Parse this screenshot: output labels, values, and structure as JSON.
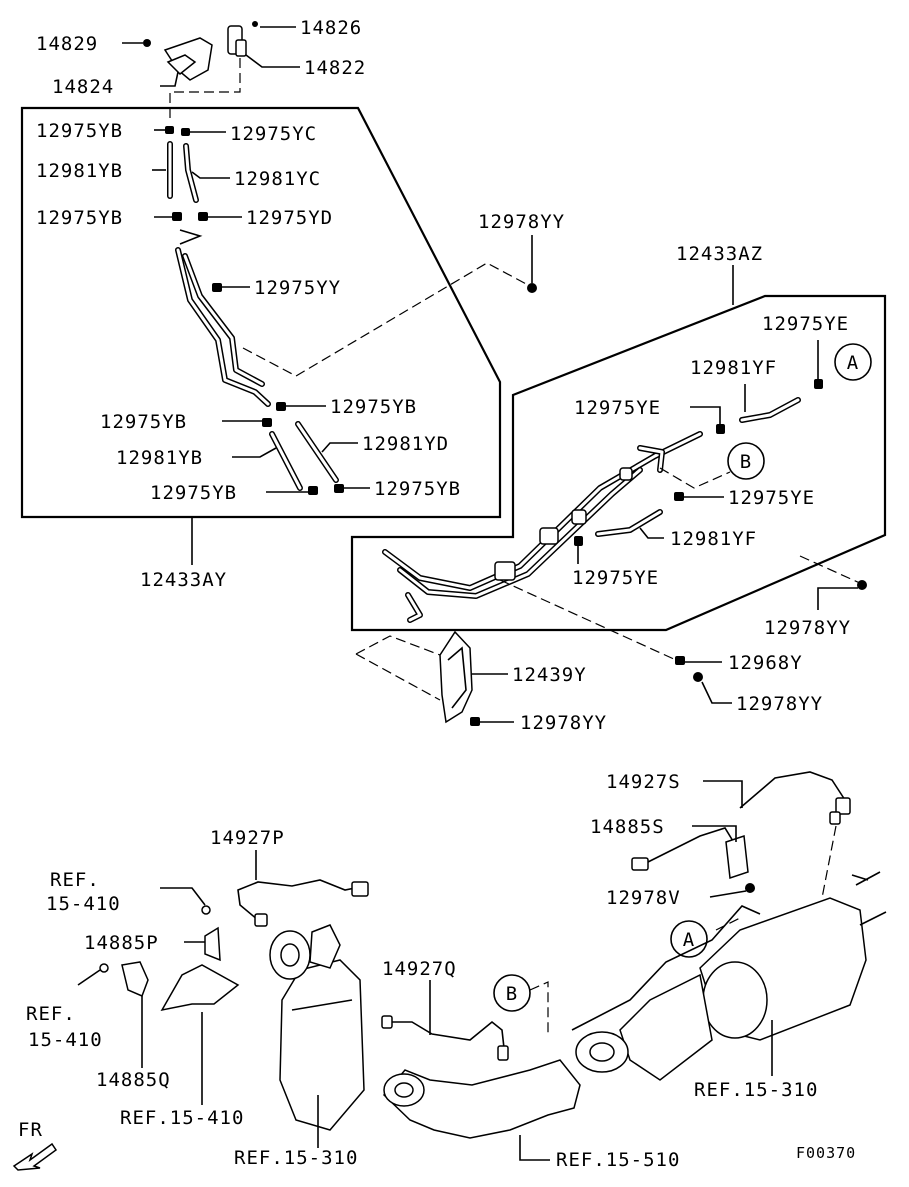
{
  "figure_code": "F00370",
  "direction_label": "FR",
  "part_numbers": {
    "p14826": "14826",
    "p14829": "14829",
    "p14822": "14822",
    "p14824": "14824",
    "p12975YB_a": "12975YB",
    "p12975YC": "12975YC",
    "p12981YB_a": "12981YB",
    "p12981YC": "12981YC",
    "p12975YB_b": "12975YB",
    "p12975YD": "12975YD",
    "p12975YY": "12975YY",
    "p12978YY_a": "12978YY",
    "p12433AZ": "12433AZ",
    "p12975YE_a": "12975YE",
    "p12981YF_a": "12981YF",
    "p12975YE_b": "12975YE",
    "p12975YB_c": "12975YB",
    "p12975YB_d": "12975YB",
    "p12981YD": "12981YD",
    "p12981YB_b": "12981YB",
    "p12975YB_e": "12975YB",
    "p12975YB_f": "12975YB",
    "p12975YE_c": "12975YE",
    "p12981YF_b": "12981YF",
    "p12975YE_d": "12975YE",
    "p12433AY": "12433AY",
    "p12978YY_b": "12978YY",
    "p12439Y": "12439Y",
    "p12968Y": "12968Y",
    "p12978YY_c": "12978YY",
    "p12978YY_d": "12978YY",
    "p14927S": "14927S",
    "p14885S": "14885S",
    "p12978V": "12978V",
    "p14927P": "14927P",
    "p14885P": "14885P",
    "p14885Q": "14885Q",
    "p14927Q": "14927Q"
  },
  "references": {
    "ref_15_410_a_line1": "REF.",
    "ref_15_410_a_line2": "15-410",
    "ref_15_410_b_line1": "REF.",
    "ref_15_410_b_line2": "15-410",
    "ref_15_410_c": "REF.15-410",
    "ref_15_310_a": "REF.15-310",
    "ref_15_310_b": "REF.15-310",
    "ref_15_510": "REF.15-510"
  },
  "callouts": {
    "a_top": "A",
    "b_top": "B",
    "a_bottom": "A",
    "b_bottom": "B"
  }
}
